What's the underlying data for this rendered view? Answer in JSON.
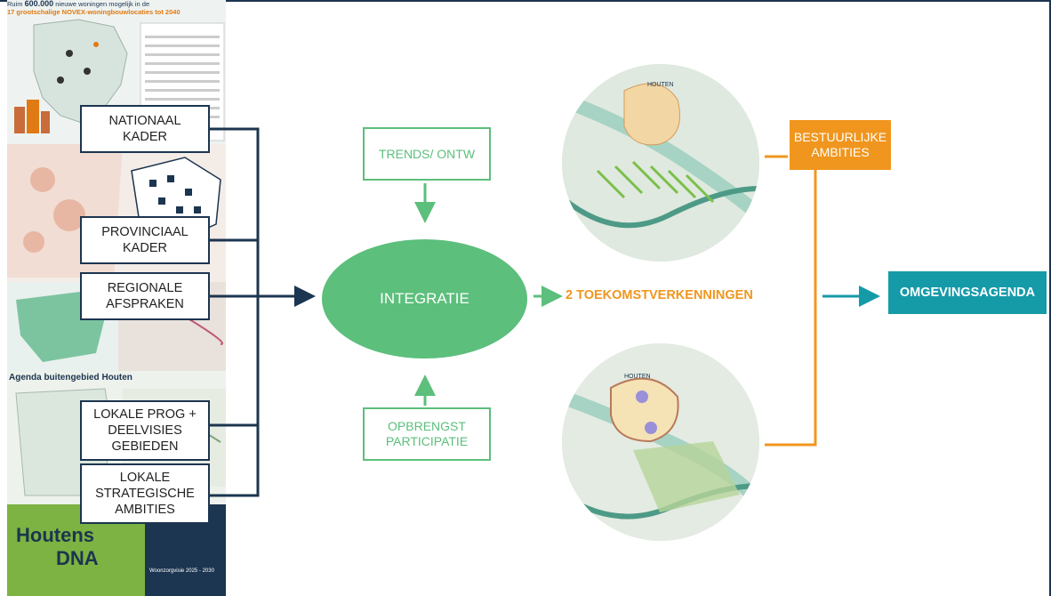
{
  "collage": {
    "header_line1_prefix": "Ruim",
    "header_line1_number": "600.000",
    "header_line1_suffix": "nieuwe woningen mogelijk in de",
    "header_line2": "17 grootschalige NOVEX-woningbouwlocaties tot 2040",
    "agenda_title": "Agenda buitengebied Houten",
    "dna_title_1": "Houtens",
    "dna_title_2": "DNA",
    "woonvisie_title": "Woonzorgvisie 2025 - 2030"
  },
  "inputs": [
    {
      "label": "NATIONAAL\nKADER"
    },
    {
      "label": "PROVINCIAAL\nKADER"
    },
    {
      "label": "REGIONALE\nAFSPRAKEN"
    },
    {
      "label": "LOKALE PROG +\nDEELVISIES\nGEBIEDEN"
    },
    {
      "label": "LOKALE\nSTRATEGISCHE\nAMBITIES"
    }
  ],
  "trends": "TRENDS/ ONTW",
  "opbrengst": "OPBRENGST\nPARTICIPATIE",
  "integratie": "INTEGRATIE",
  "toekomst": "2 TOEKOMSTVERKENNINGEN",
  "bestuurlijk": "BESTUURLIJKE\nAMBITIES",
  "omgevingsagenda": "OMGEVINGSAGENDA",
  "map_label_top": "HOUTEN",
  "map_label_bottom": "HOUTEN",
  "colors": {
    "navy": "#1c3550",
    "green": "#5cbf7c",
    "orange": "#f0961e",
    "teal": "#159aa8"
  }
}
